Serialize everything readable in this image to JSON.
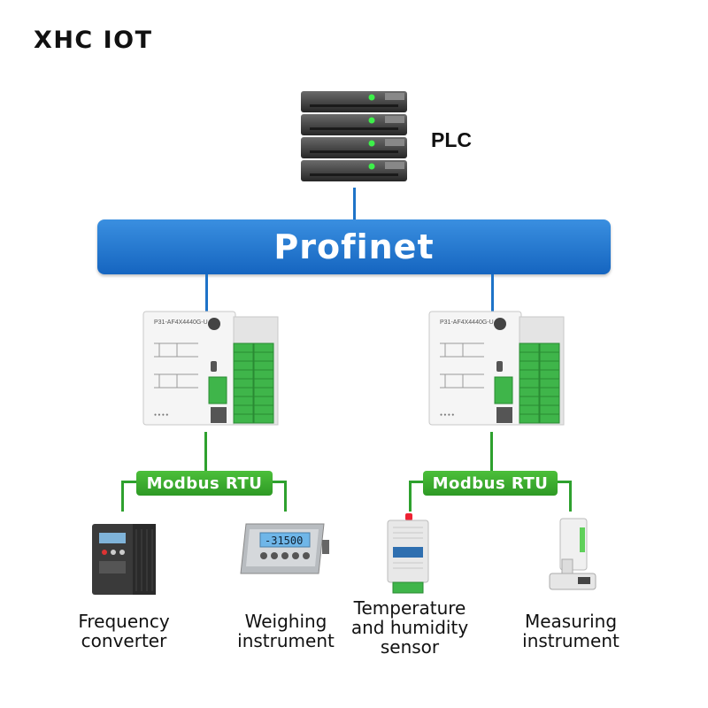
{
  "brand": "XHC IOT",
  "plc": {
    "label": "PLC"
  },
  "bus": {
    "label": "Profinet"
  },
  "modules": [
    {
      "model": "P31-AF4X4440G-U",
      "sub_bus": "Modbus RTU"
    },
    {
      "model": "P31-AF4X4440G-U",
      "sub_bus": "Modbus RTU"
    }
  ],
  "devices": [
    {
      "name": "frequency-converter",
      "lines": [
        "Frequency",
        "converter"
      ]
    },
    {
      "name": "weighing-instrument",
      "lines": [
        "Weighing",
        "instrument"
      ],
      "display": "-31500"
    },
    {
      "name": "temperature-humidity-sensor",
      "lines": [
        "Temperature",
        "and humidity",
        "sensor"
      ]
    },
    {
      "name": "measuring-instrument",
      "lines": [
        "Measuring",
        "instrument"
      ]
    }
  ],
  "colors": {
    "profinet": "#1e73c8",
    "modbus": "#2ea12e",
    "terminal": "#3fb54a"
  }
}
